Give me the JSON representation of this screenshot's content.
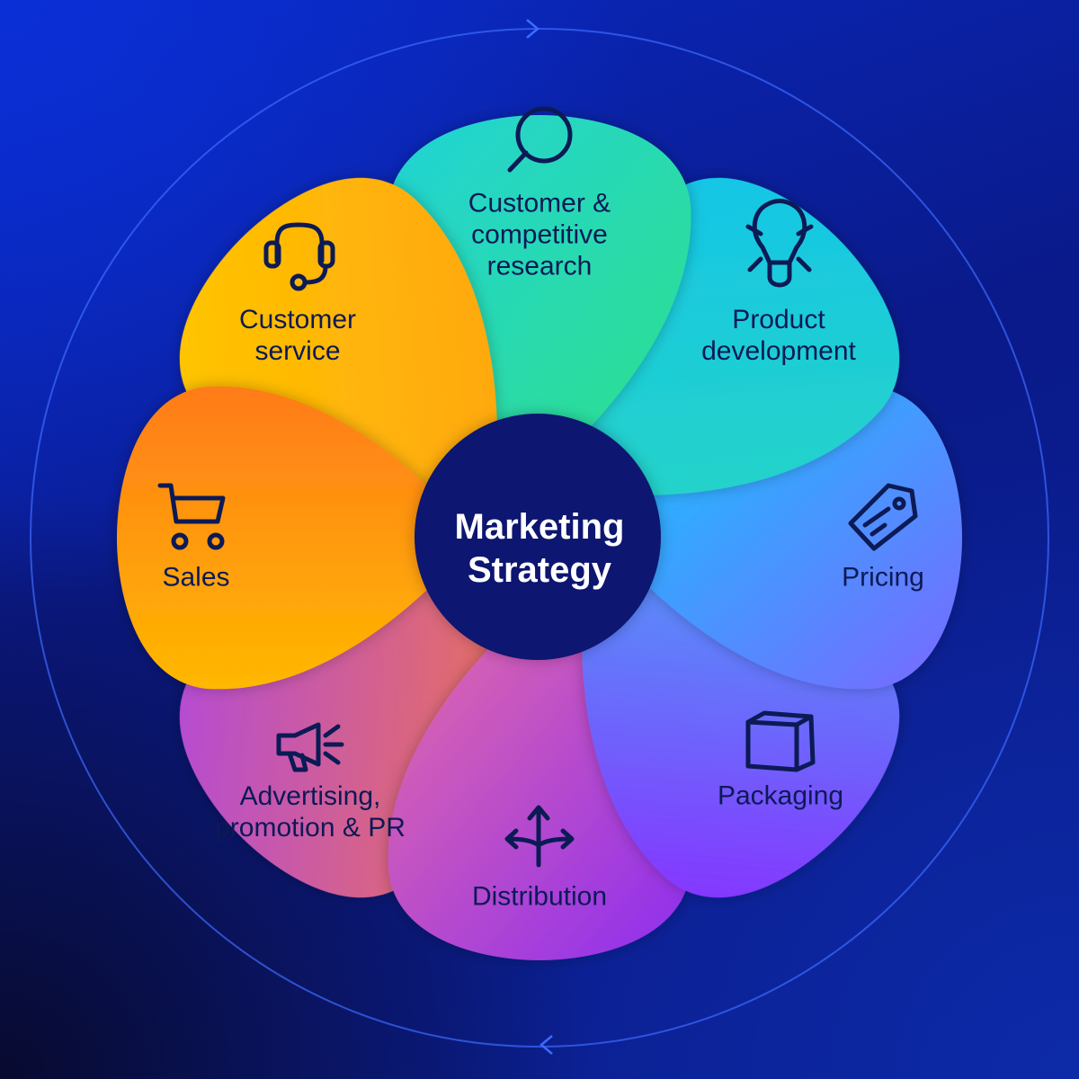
{
  "center": {
    "title": "Marketing\nStrategy"
  },
  "petals": [
    {
      "id": "research",
      "label": "Customer &\ncompetitive\nresearch",
      "icon": "magnifier-icon"
    },
    {
      "id": "product",
      "label": "Product\ndevelopment",
      "icon": "lightbulb-icon"
    },
    {
      "id": "pricing",
      "label": "Pricing",
      "icon": "price-tag-icon"
    },
    {
      "id": "packaging",
      "label": "Packaging",
      "icon": "box-icon"
    },
    {
      "id": "distribution",
      "label": "Distribution",
      "icon": "split-arrows-icon"
    },
    {
      "id": "advertising",
      "label": "Advertising,\npromotion & PR",
      "icon": "megaphone-icon"
    },
    {
      "id": "sales",
      "label": "Sales",
      "icon": "shopping-cart-icon"
    },
    {
      "id": "service",
      "label": "Customer\nservice",
      "icon": "headset-icon"
    }
  ],
  "colors": {
    "icon_stroke": "#0c1a55",
    "center_fill": "#0c1670",
    "ring_stroke": "#3d6bff",
    "research": [
      "#2fe08a",
      "#22d3d6"
    ],
    "product": [
      "#2ad7c0",
      "#13c4ea"
    ],
    "pricing": [
      "#12c8ff",
      "#7a67ff"
    ],
    "packaging": [
      "#4aaaf8",
      "#8a2cff"
    ],
    "distribution": [
      "#e66ca6",
      "#8c2df0"
    ],
    "advertising": [
      "#f57a40",
      "#b047e0"
    ],
    "sales": [
      "#ffb800",
      "#ff7b1a"
    ],
    "service": [
      "#ffc800",
      "#ff9f10"
    ]
  }
}
